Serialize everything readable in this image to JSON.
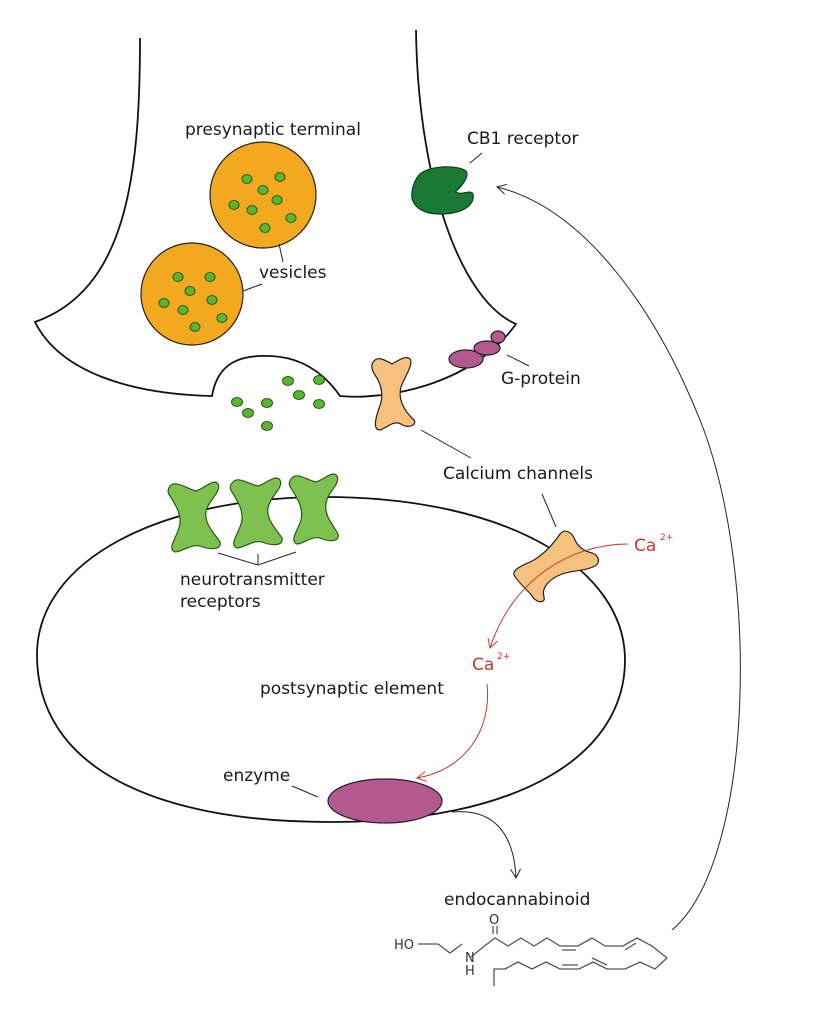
{
  "labels": {
    "presynaptic": "presynaptic terminal",
    "cb1": "CB1 receptor",
    "vesicles": "vesicles",
    "gprotein": "G-protein",
    "calcium_channels": "Calcium channels",
    "nt_receptors_line1": "neurotransmitter",
    "nt_receptors_line2": "receptors",
    "postsynaptic": "postsynaptic element",
    "enzyme": "enzyme",
    "endocannabinoid": "endocannabinoid"
  },
  "ions": {
    "symbol": "Ca",
    "charge": "2+"
  },
  "molecule": {
    "ho": "HO",
    "n": "N",
    "h": "H",
    "o": "O"
  },
  "colors": {
    "vesicle_fill": "#f2a81f",
    "vesicle_dot": "#5cb531",
    "cb1": "#1a7a35",
    "gprotein": "#b35990",
    "calcium_channel": "#f6c07e",
    "nt_receptor": "#7dc150",
    "enzyme": "#b35990",
    "calcium_text": "#c0392b"
  }
}
